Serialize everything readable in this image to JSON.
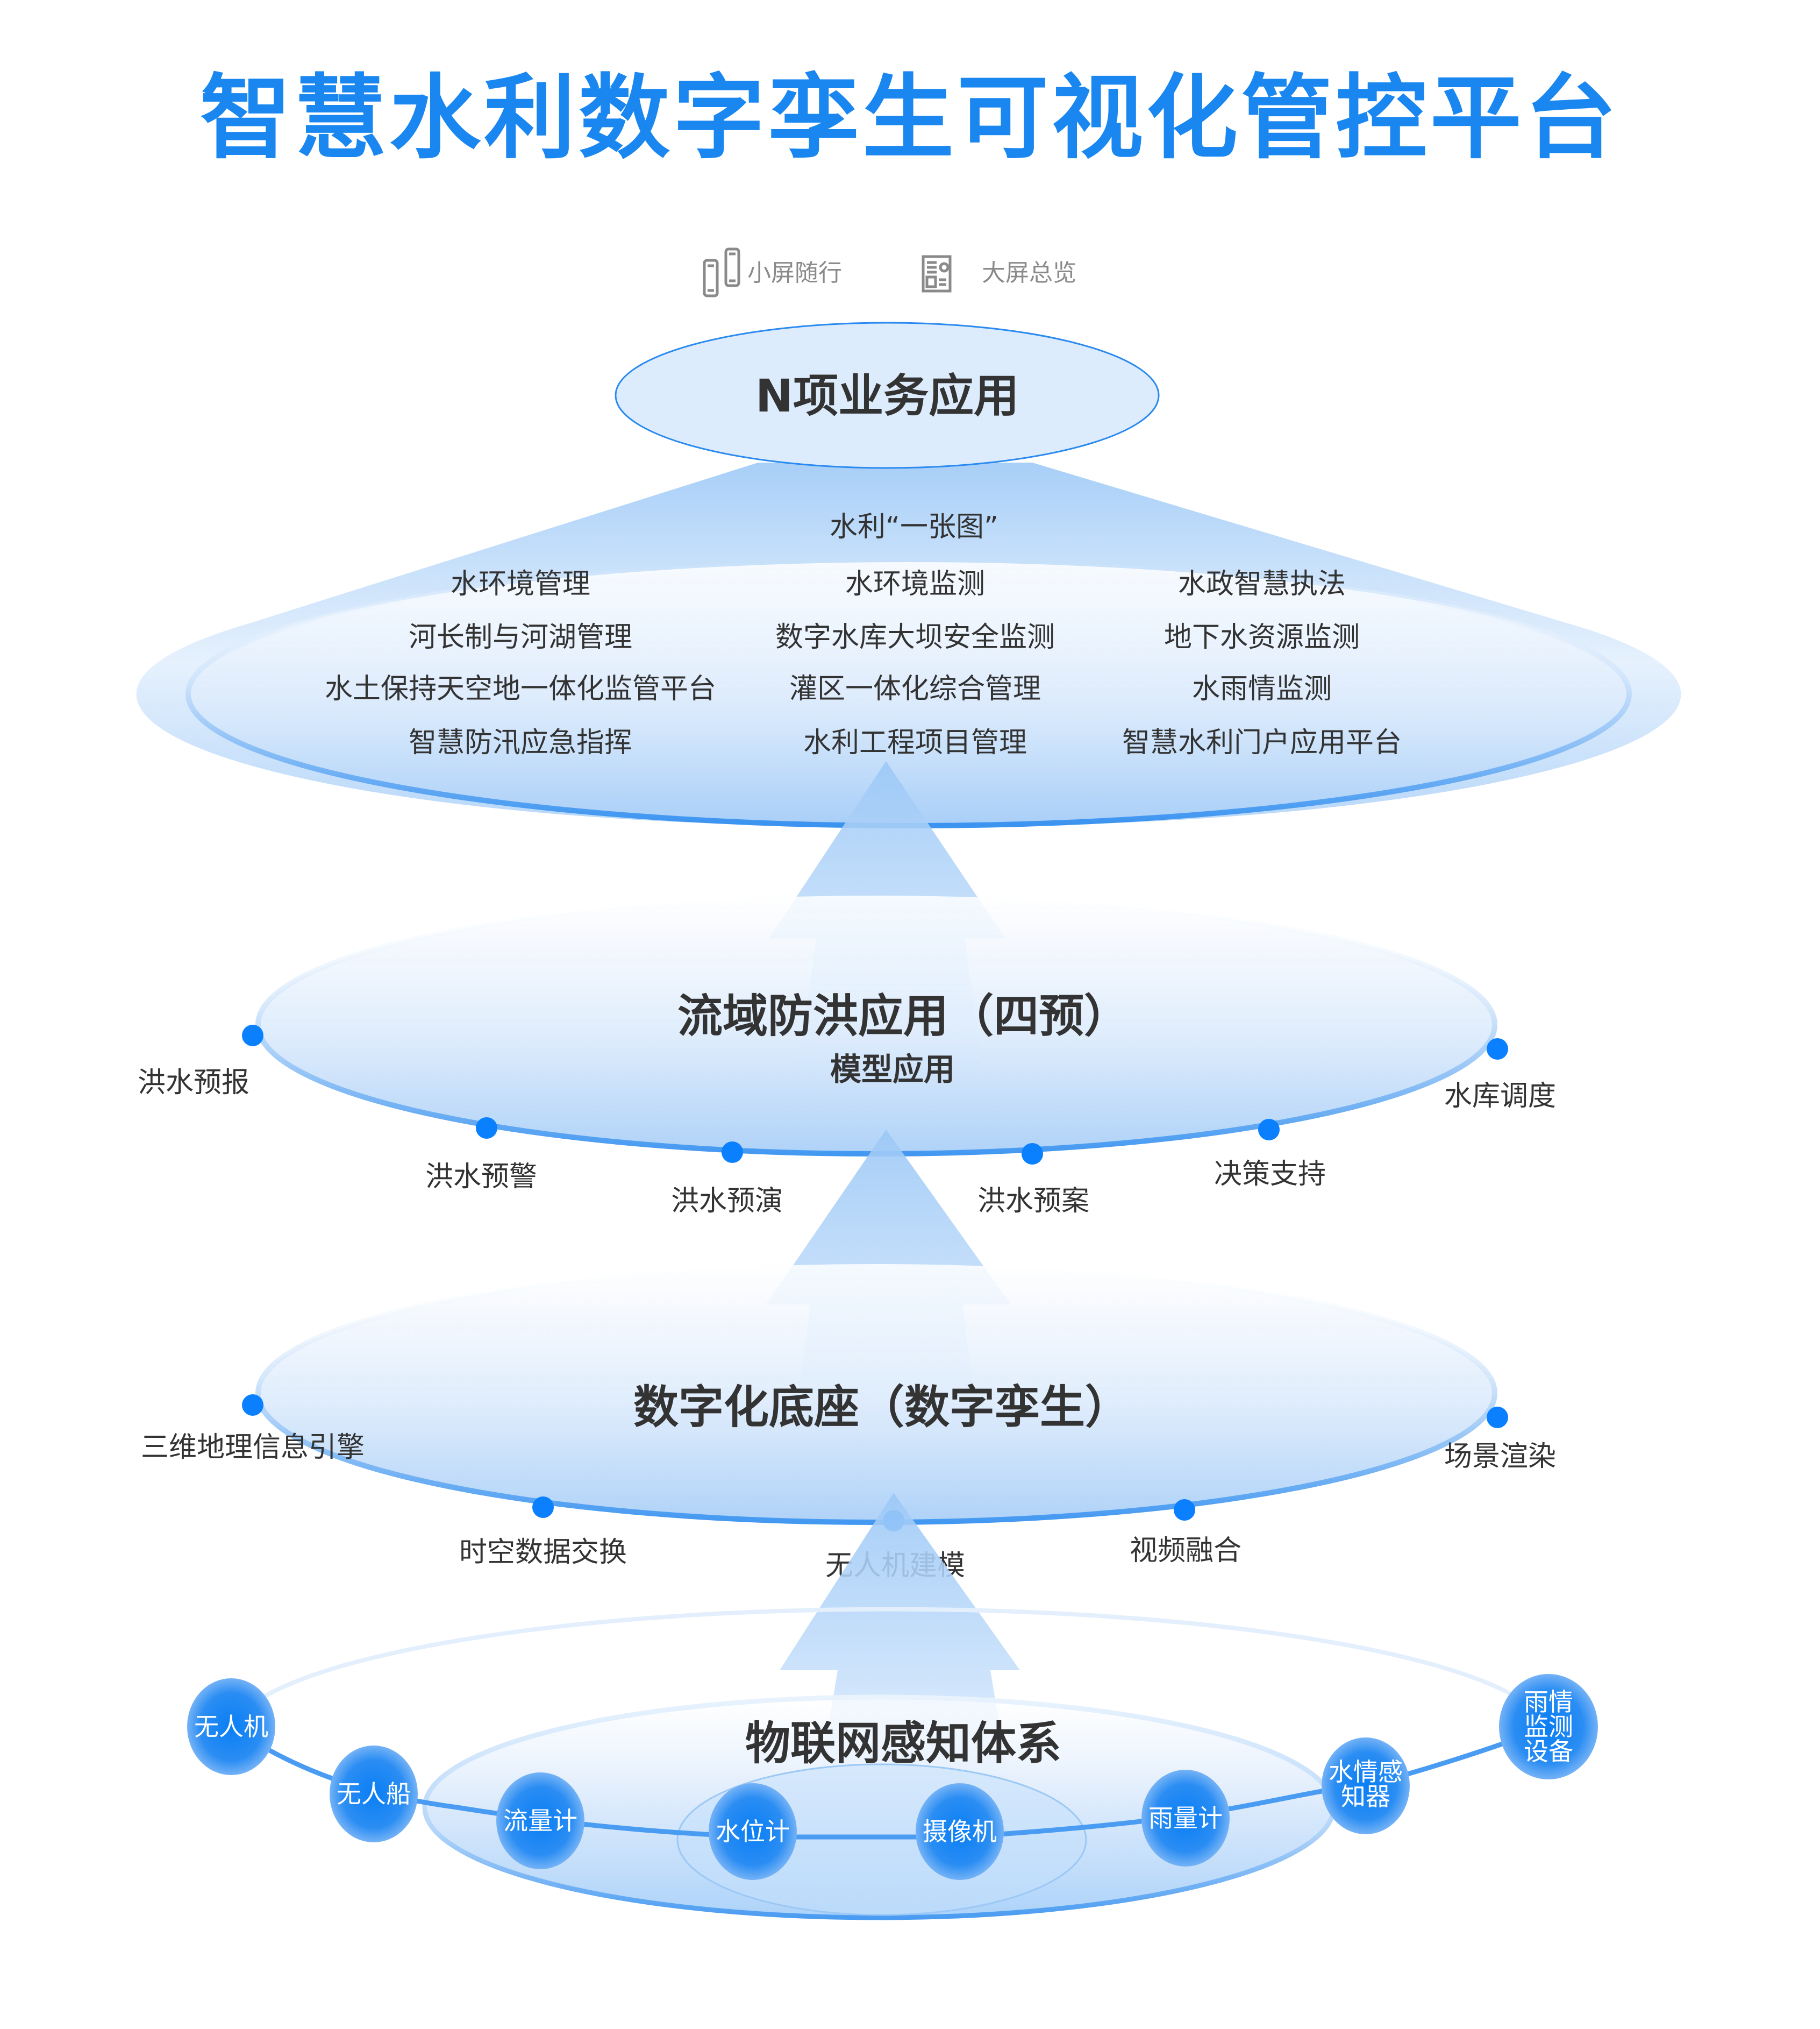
{
  "title": "智慧水利数字孪生可视化管控平台",
  "colors": {
    "title": "#1a87f0",
    "accent": "#0a7ef5",
    "dot": "#0a80ff",
    "text": "#333333",
    "legend_text": "#8a8a8a",
    "ellipse_fill_light": "#eaf3fd",
    "ellipse_fill_dark": "#abd0f7",
    "ellipse_stroke": "#3d96f0"
  },
  "legend": [
    {
      "icon": "mobile-phones-icon",
      "label": "小屏随行"
    },
    {
      "icon": "dashboard-screen-icon",
      "label": "大屏总览"
    }
  ],
  "layers": {
    "applications": {
      "title": "N项业务应用",
      "items": [
        "水利“一张图”",
        "水环境管理",
        "水环境监测",
        "水政智慧执法",
        "河长制与河湖管理",
        "数字水库大坝安全监测",
        "地下水资源监测",
        "水土保持天空地一体化监管平台",
        "灌区一体化综合管理",
        "水雨情监测",
        "智慧防汛应急指挥",
        "水利工程项目管理",
        "智慧水利门户应用平台"
      ]
    },
    "flood_control": {
      "title": "流域防洪应用（四预）",
      "subtitle": "模型应用",
      "nodes": [
        "洪水预报",
        "洪水预警",
        "洪水预演",
        "洪水预案",
        "决策支持",
        "水库调度"
      ]
    },
    "digital_base": {
      "title": "数字化底座（数字孪生）",
      "nodes": [
        "三维地理信息引擎",
        "时空数据交换",
        "无人机建模",
        "视频融合",
        "场景渲染"
      ]
    },
    "iot": {
      "title": "物联网感知体系",
      "devices": [
        "无人机",
        "无人船",
        "流量计",
        "水位计",
        "摄像机",
        "雨量计",
        "水情感知器",
        "雨情监测设备"
      ]
    }
  }
}
